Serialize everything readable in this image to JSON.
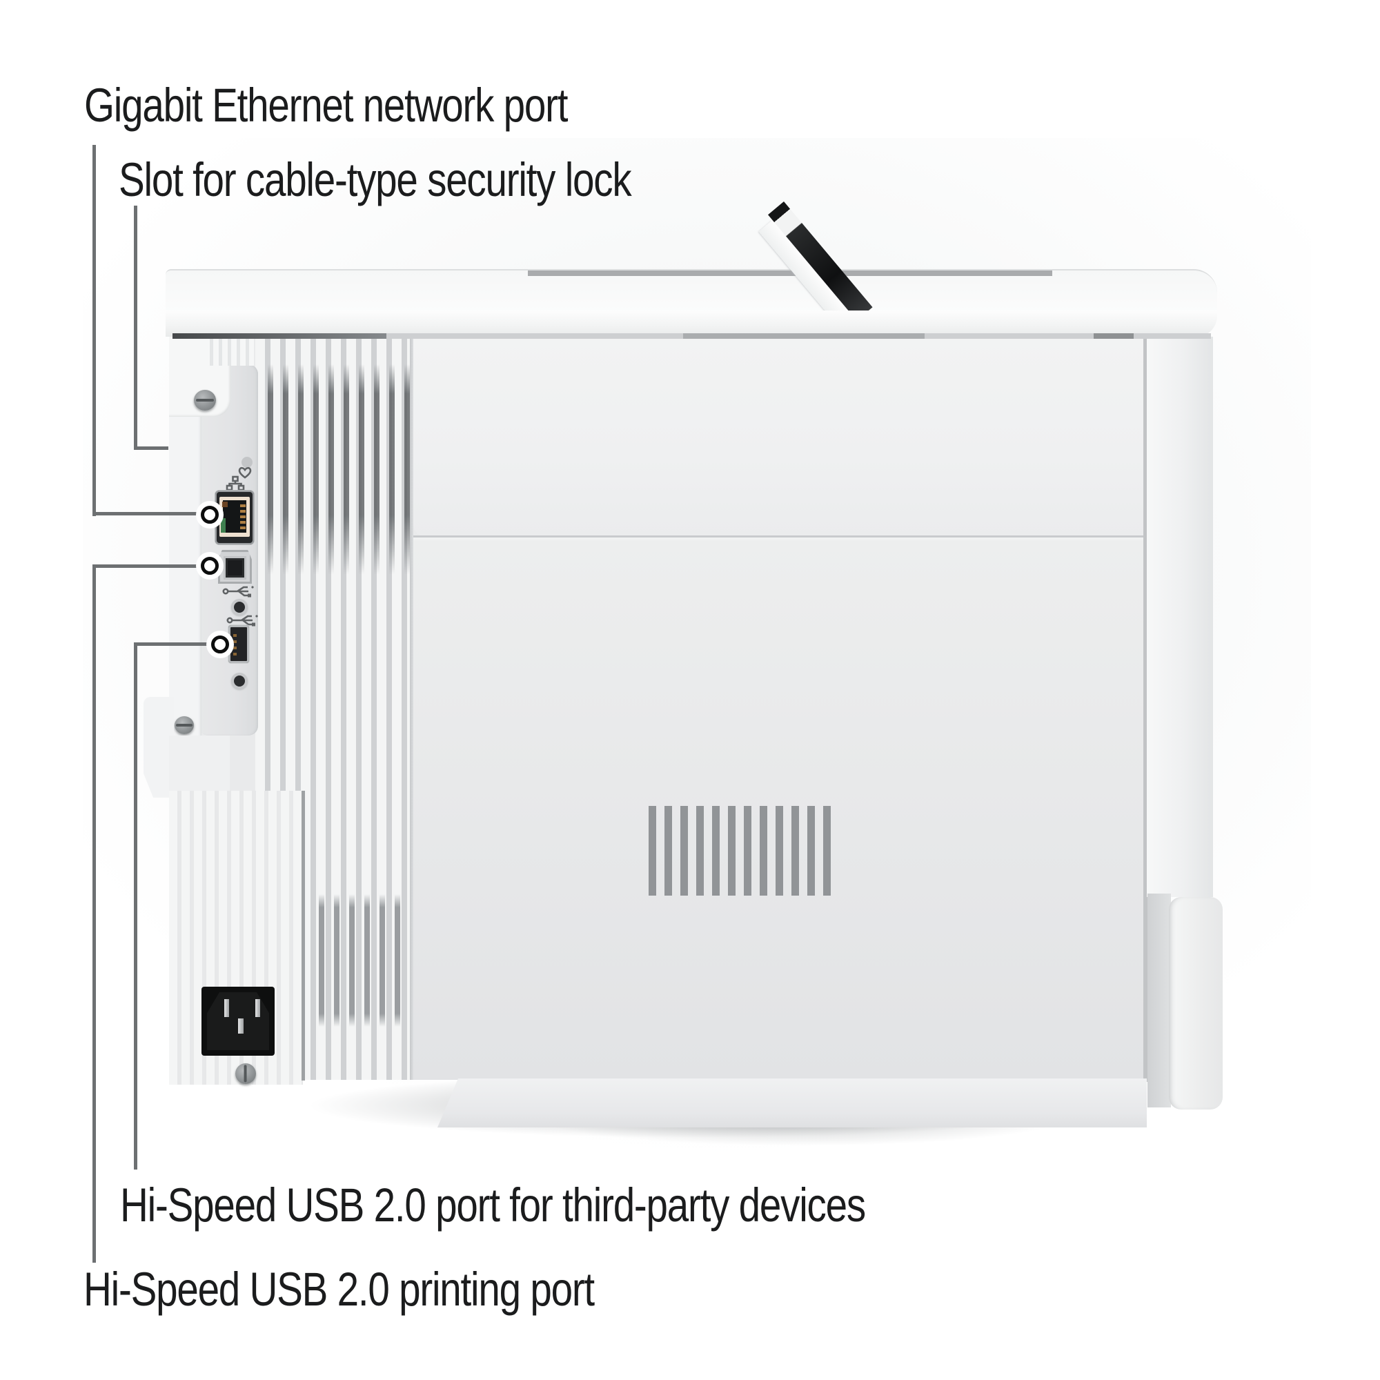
{
  "figure": {
    "type": "product-rear-view-diagram",
    "subject": "printer rear panel"
  },
  "callouts": [
    {
      "label": "Gigabit Ethernet network port",
      "target": "ethernet-port"
    },
    {
      "label": "Slot for cable-type security lock",
      "target": "security-lock-slot"
    },
    {
      "label": "Hi-Speed USB 2.0 port for third-party devices",
      "target": "usb-a-host-port"
    },
    {
      "label": "Hi-Speed USB 2.0 printing port",
      "target": "usb-b-device-port"
    }
  ],
  "ports": [
    {
      "name": "ethernet-port",
      "icon": "network-icon"
    },
    {
      "name": "usb-b-device-port",
      "icon": "usb-icon"
    },
    {
      "name": "usb-a-host-port",
      "icon": "usb-icon"
    },
    {
      "name": "power-inlet",
      "icon": ""
    }
  ],
  "icons": [
    "status-dot",
    "heart-icon",
    "network-icon",
    "usb-icon",
    "usb-icon"
  ],
  "colors": {
    "text": "#1b1c1d",
    "callout_line": "#6d7072",
    "body": "#e9eaeb",
    "lid": "#f8f9f9",
    "vent_slot": "#919497",
    "ethernet_interior": "#eee0d0",
    "ethernet_led": "#3f7f4f",
    "power_inlet": "#0e0f0f",
    "flag_black": "#151617"
  }
}
